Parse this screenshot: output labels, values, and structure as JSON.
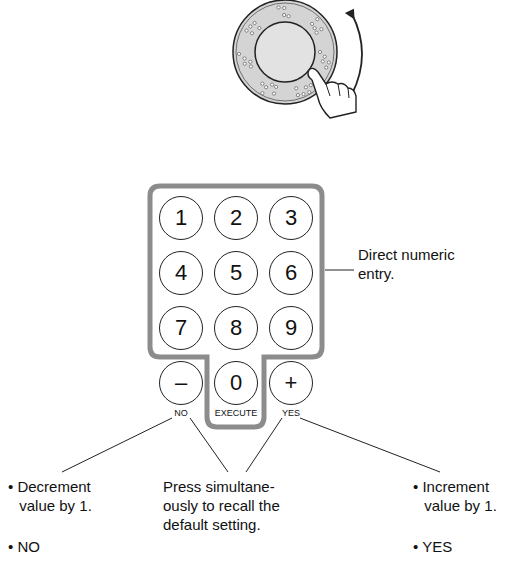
{
  "diagram": {
    "nodes": [
      {
        "text": [
          "1"
        ]
      },
      {
        "text": [
          "2"
        ]
      },
      {
        "text": [
          "3"
        ]
      },
      {
        "text": [
          "4"
        ]
      },
      {
        "text": [
          "5"
        ]
      },
      {
        "text": [
          "6"
        ]
      },
      {
        "text": [
          "7"
        ]
      },
      {
        "text": [
          "8"
        ]
      },
      {
        "text": [
          "9"
        ]
      },
      {
        "text": [
          "–",
          "NO"
        ]
      },
      {
        "text": [
          "0",
          "EXECUTE"
        ]
      },
      {
        "text": [
          "+",
          "YES"
        ]
      }
    ],
    "labels": [
      "Direct numeric entry.",
      "• Decrement value by 1.",
      "• NO",
      "Press simultane- ously to recall the default setting.",
      "• Increment value by 1.",
      "• YES"
    ]
  }
}
